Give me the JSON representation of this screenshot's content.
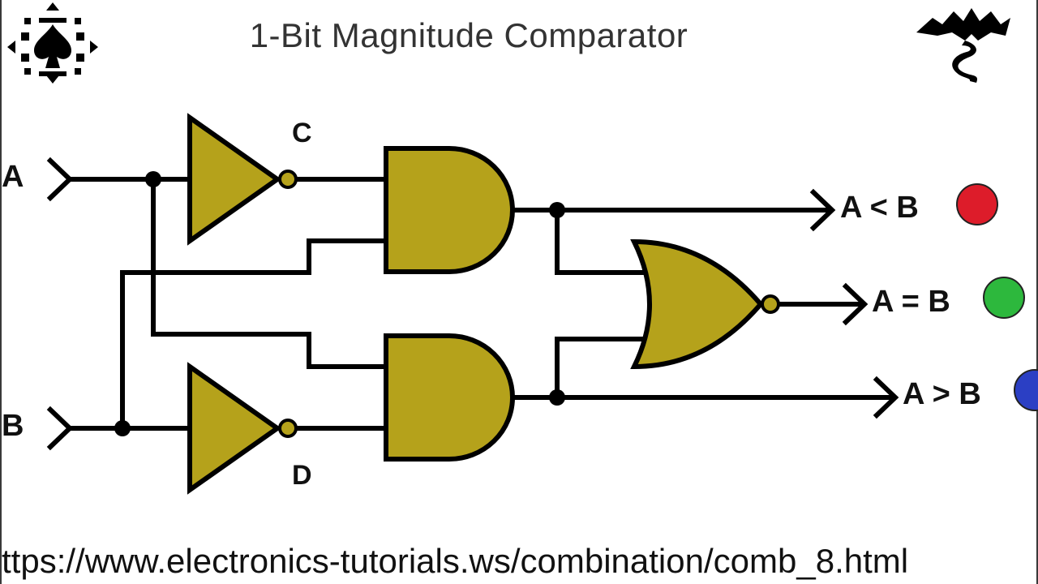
{
  "title": "1-Bit Magnitude Comparator",
  "inputs": {
    "a": "A",
    "b": "B"
  },
  "nodes": {
    "c": "C",
    "d": "D"
  },
  "outputs": {
    "less": "A < B",
    "equal": "A = B",
    "greater": "A > B"
  },
  "colors": {
    "gate_fill": "#b5a21b",
    "wire": "#000000",
    "led_less": "#dd1c2a",
    "led_equal": "#2db83d",
    "led_greater": "#2b3fc4"
  },
  "logos": {
    "left": "spade-cross-logo-icon",
    "right": "dragon-logo-icon"
  },
  "footer_url": "ttps://www.electronics-tutorials.ws/combination/comb_8.html"
}
